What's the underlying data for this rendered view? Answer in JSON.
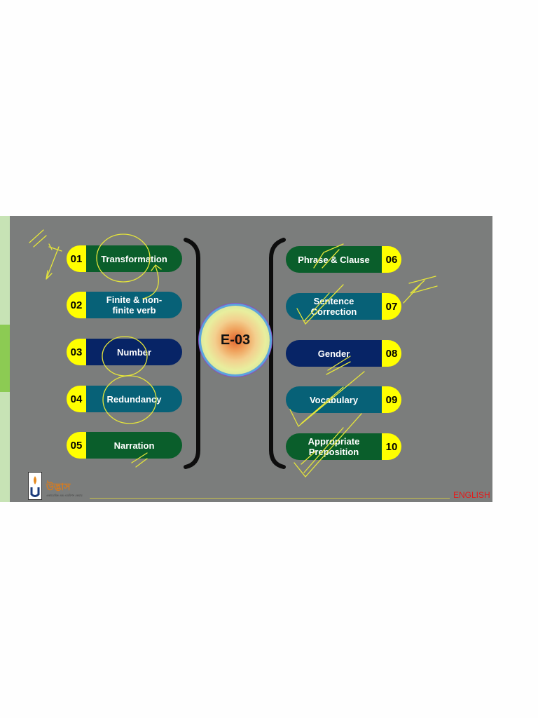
{
  "center": {
    "label": "E-03"
  },
  "left_items": [
    {
      "num": "01",
      "label": "Transformation",
      "color": "green"
    },
    {
      "num": "02",
      "label": "Finite & non-finite verb",
      "color": "teal"
    },
    {
      "num": "03",
      "label": "Number",
      "color": "navy"
    },
    {
      "num": "04",
      "label": "Redundancy",
      "color": "teal"
    },
    {
      "num": "05",
      "label": "Narration",
      "color": "green"
    }
  ],
  "right_items": [
    {
      "num": "06",
      "label": "Phrase & Clause",
      "color": "green"
    },
    {
      "num": "07",
      "label": "Sentence Correction",
      "color": "teal"
    },
    {
      "num": "08",
      "label": "Gender",
      "color": "navy"
    },
    {
      "num": "09",
      "label": "Vocabulary",
      "color": "teal"
    },
    {
      "num": "10",
      "label": "Appropriate Preposition",
      "color": "green"
    }
  ],
  "footer": {
    "label": "ENGLISH",
    "logo_text": "উদ্ভাস",
    "logo_sub": "একাডেমিক এন্ড এডমিশন কেয়ার"
  },
  "colors": {
    "green": "#0a5e2b",
    "teal": "#076177",
    "navy": "#072466",
    "number_badge": "#ffff00",
    "annotation": "#e6e63a",
    "footer_label": "#e41b1b"
  }
}
